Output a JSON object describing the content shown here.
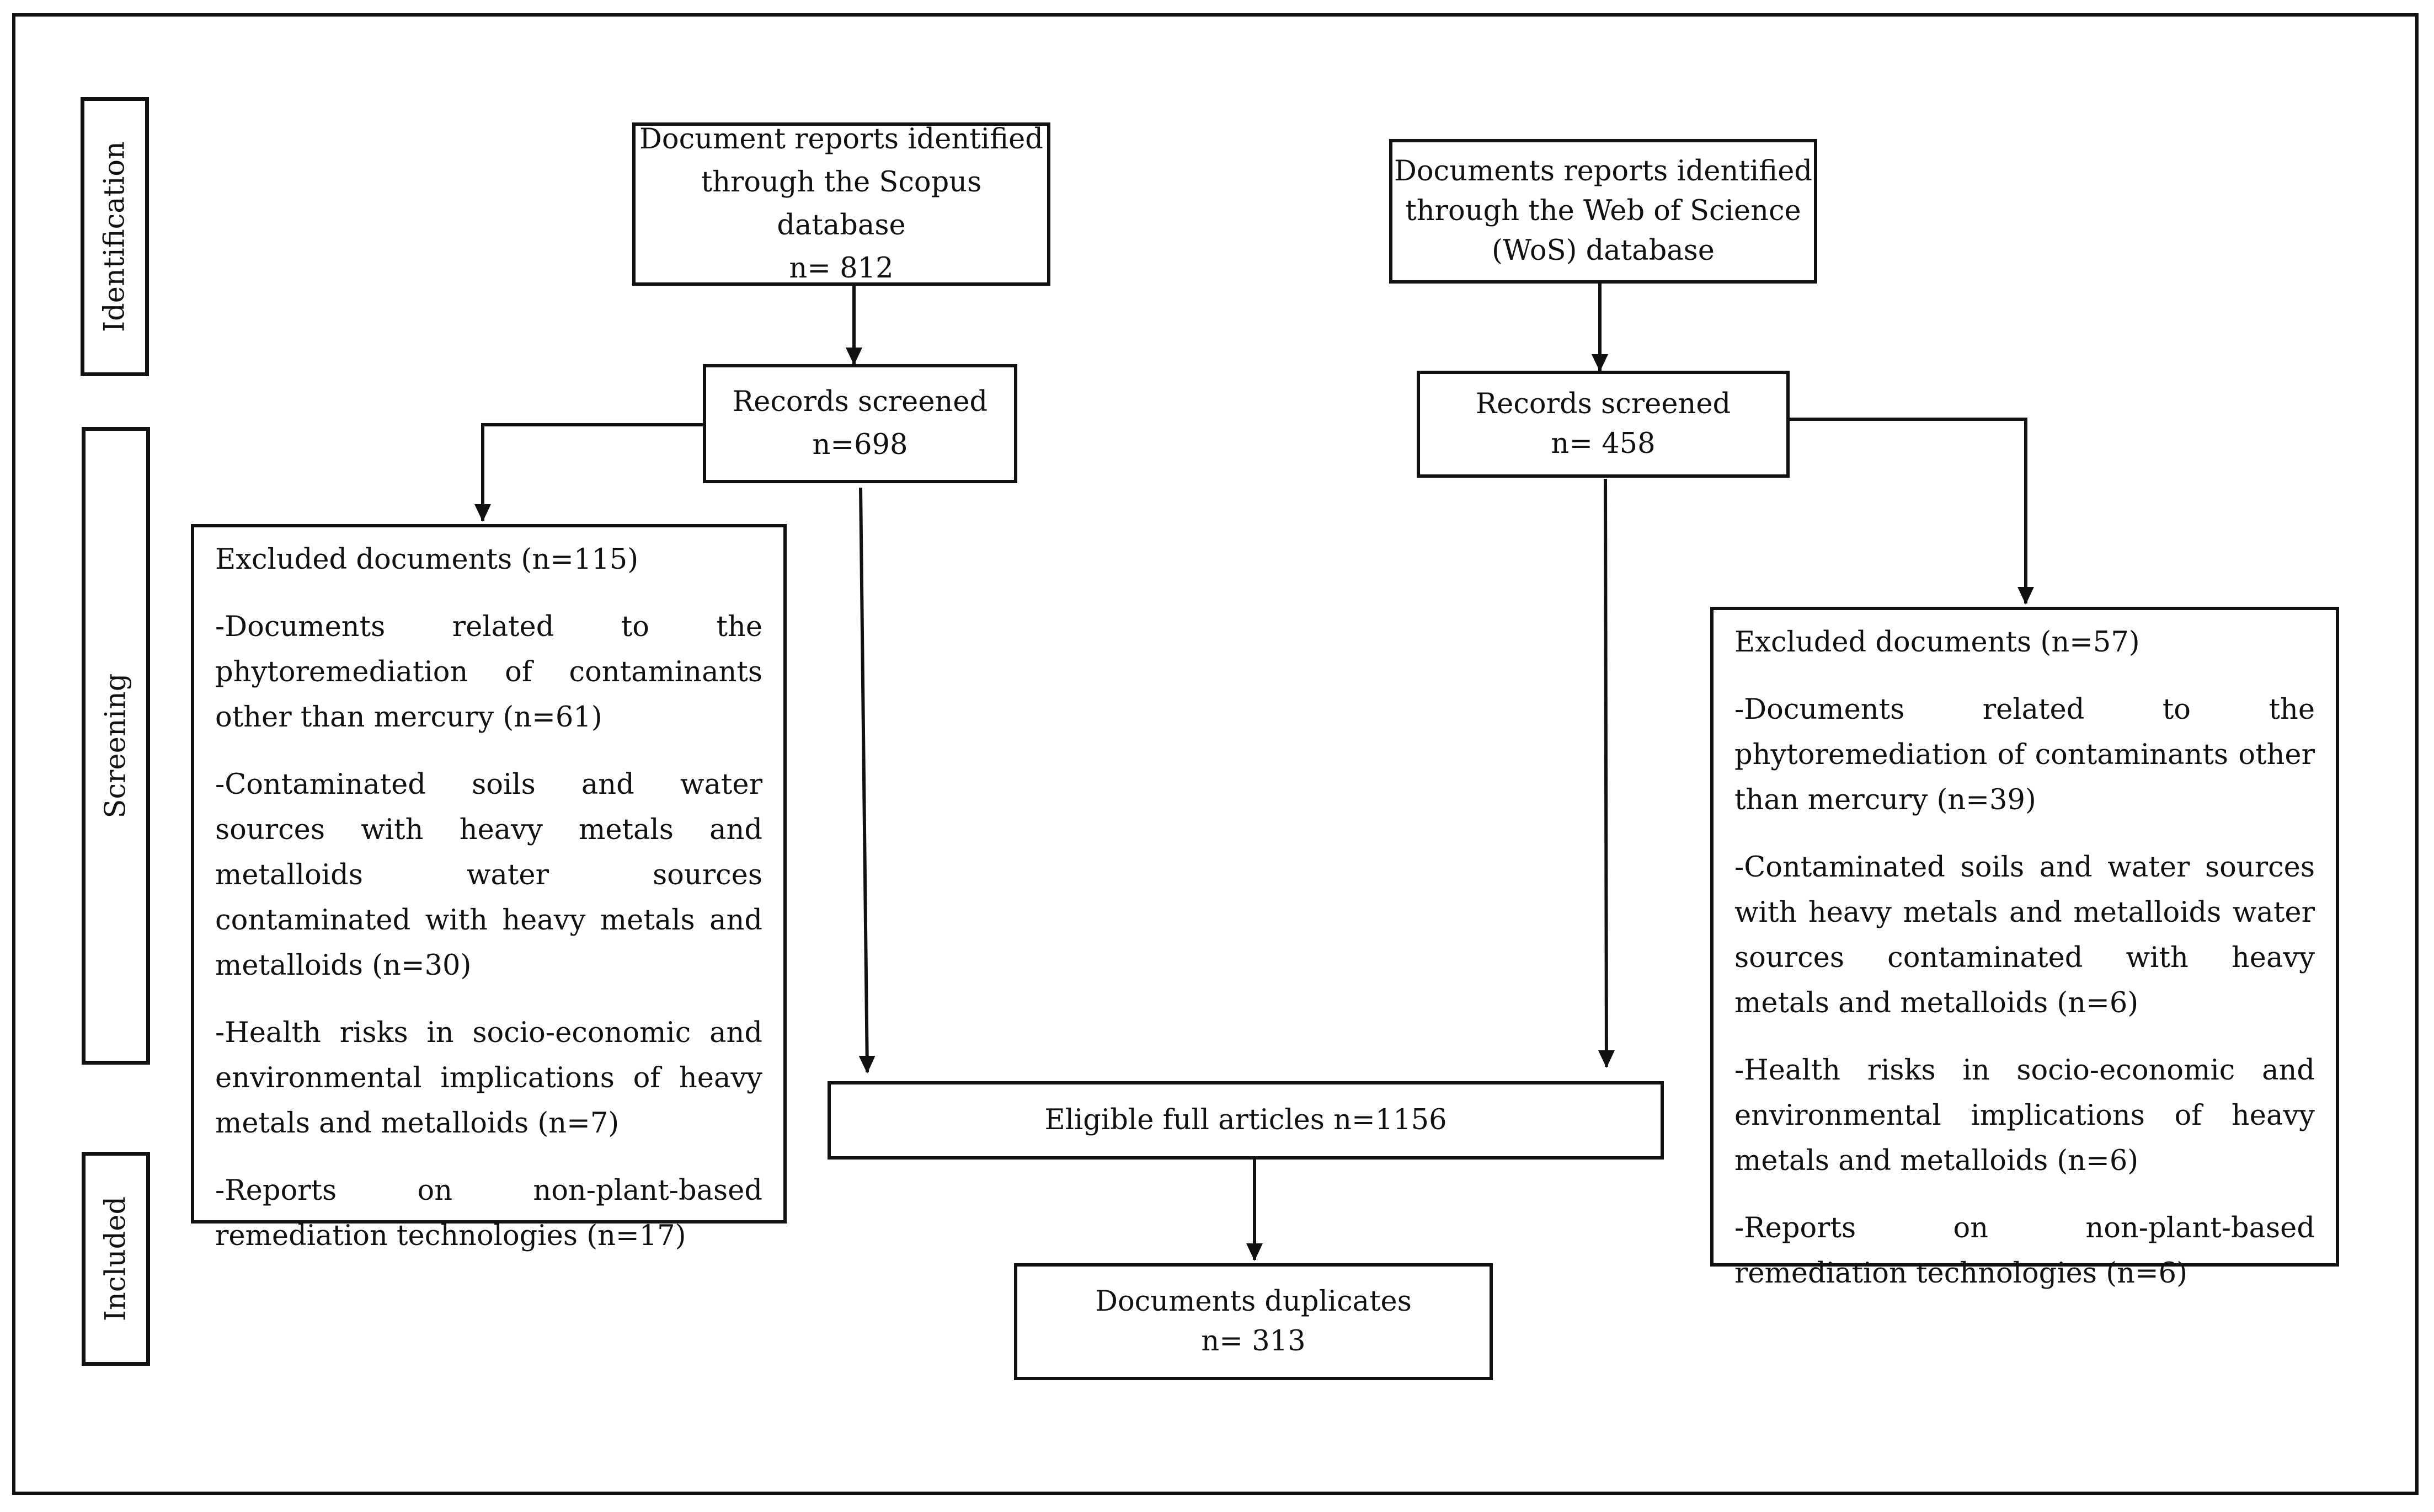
{
  "phases": {
    "identification": "Identification",
    "screening": "Screening",
    "included": "Included"
  },
  "scopus": {
    "line1": "Document reports identified",
    "line2": "through the Scopus database",
    "count": "n= 812"
  },
  "wos": {
    "line1": "Documents reports identified",
    "line2": "through the Web of Science",
    "line3": "(WoS) database"
  },
  "screened_left": {
    "label": "Records screened",
    "count": "n=698"
  },
  "screened_right": {
    "label": "Records screened",
    "count": "n= 458"
  },
  "excluded_left": {
    "title": "Excluded documents (n=115)",
    "items": [
      "-Documents related to the phytoremediation of contaminants other than mercury (n=61)",
      "-Contaminated soils and water sources with heavy metals and metalloids water sources contaminated with heavy metals and metalloids (n=30)",
      "-Health risks in socio-economic and environmental implications of heavy metals and metalloids (n=7)",
      "-Reports on non-plant-based remediation technologies (n=17)"
    ]
  },
  "excluded_right": {
    "title": "Excluded documents (n=57)",
    "items": [
      "-Documents related to the phytoremediation of contaminants other than mercury (n=39)",
      "-Contaminated soils and water sources with heavy metals and metalloids water sources contaminated with heavy metals and metalloids (n=6)",
      "-Health risks in socio-economic and environmental implications of heavy metals and metalloids (n=6)",
      "-Reports on non-plant-based remediation technologies (n=6)"
    ]
  },
  "eligible": {
    "label": "Eligible full articles n=1156"
  },
  "duplicates": {
    "label": "Documents duplicates",
    "count": "n= 313"
  }
}
